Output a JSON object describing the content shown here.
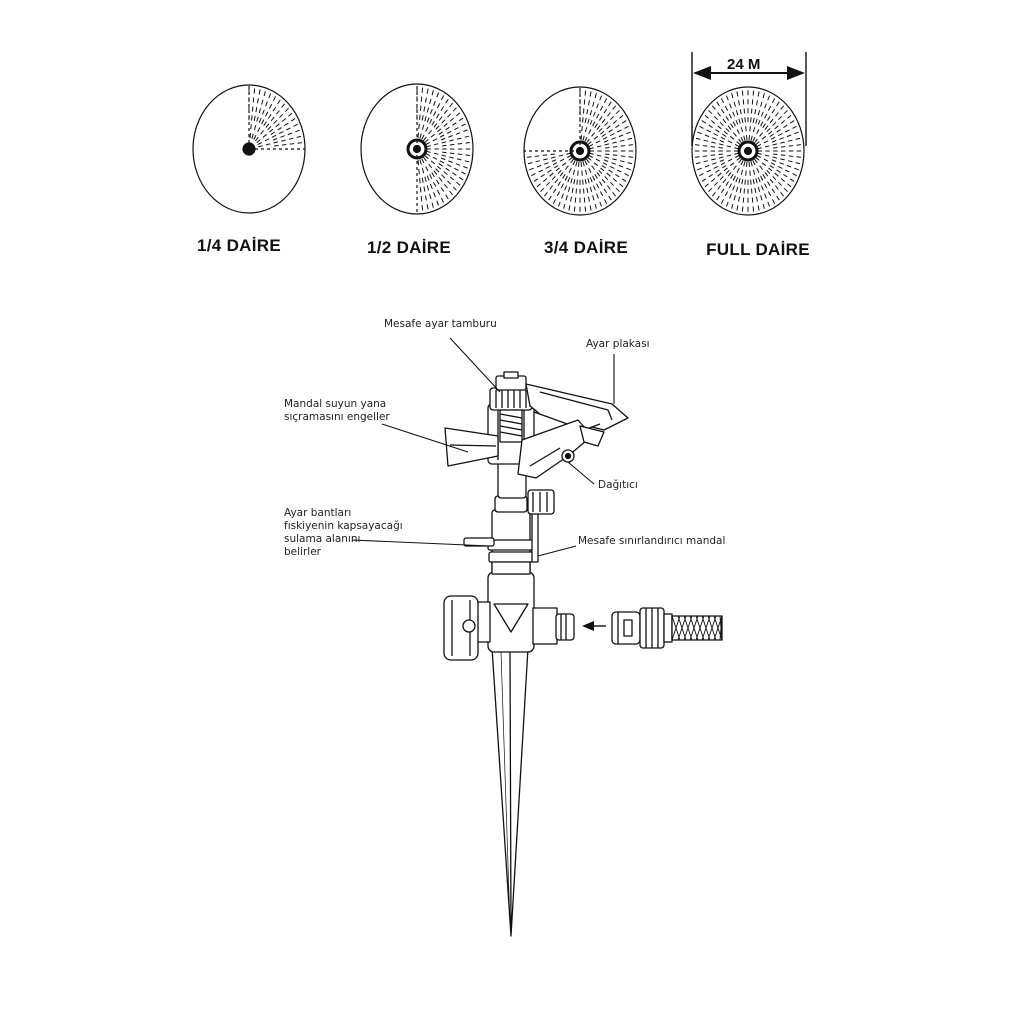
{
  "patterns": {
    "quarter": "1/4 DAİRE",
    "half": "1/2 DAİRE",
    "three_quarter": "3/4 DAİRE",
    "full": "FULL DAİRE"
  },
  "diameter_label": "24 M",
  "callouts": {
    "distance_drum": "Mesafe ayar tamburu",
    "adjust_plate": "Ayar plakası",
    "splash_latch": "Mandal suyun yana\nsıçramasını engeller",
    "diffuser": "Dağıtıcı",
    "adjust_bands": "Ayar bantları\nfıskiyenin kapsayacağı\nsulama alanını\nbelirler",
    "distance_limiter": "Mesafe sınırlandırıcı mandal"
  },
  "colors": {
    "line": "#111111",
    "background": "#ffffff"
  }
}
